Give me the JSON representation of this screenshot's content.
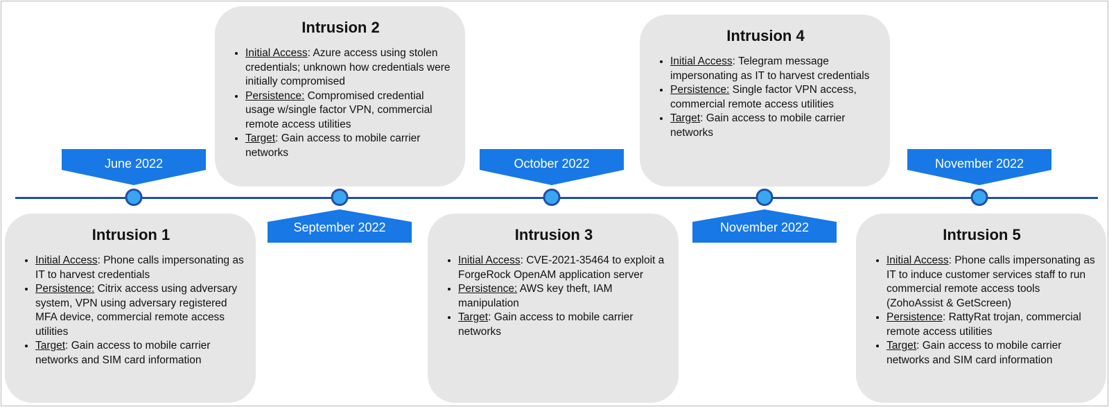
{
  "timeline": {
    "colors": {
      "line": "#1f4fa8",
      "node_fill": "#3aa6f2",
      "label_fill": "#1878e6",
      "card_fill": "#e6e6e6"
    },
    "dates": [
      {
        "label": "June 2022",
        "position": "above"
      },
      {
        "label": "September 2022",
        "position": "below"
      },
      {
        "label": "October 2022",
        "position": "above"
      },
      {
        "label": "November 2022",
        "position": "below"
      },
      {
        "label": "November 2022",
        "position": "above"
      }
    ],
    "intrusions": [
      {
        "title": "Intrusion 1",
        "initial_access_label": "Initial Access",
        "initial_access_text": ": Phone calls impersonating as IT to harvest credentials",
        "persistence_label": "Persistence:",
        "persistence_text": " Citrix access using adversary system, VPN using adversary registered MFA device, commercial remote access utilities",
        "target_label": "Target",
        "target_text": ": Gain access to mobile carrier networks and SIM card information"
      },
      {
        "title": "Intrusion 2",
        "initial_access_label": "Initial Access",
        "initial_access_text": ": Azure access using stolen credentials; unknown how credentials were initially compromised",
        "persistence_label": "Persistence:",
        "persistence_text": " Compromised credential usage w/single factor VPN, commercial remote access utilities",
        "target_label": "Target",
        "target_text": ": Gain access to mobile carrier networks"
      },
      {
        "title": "Intrusion 3",
        "initial_access_label": "Initial Access",
        "initial_access_text": ":  CVE-2021-35464 to exploit a ForgeRock OpenAM application server",
        "persistence_label": "Persistence:",
        "persistence_text": " AWS key theft, IAM manipulation",
        "target_label": "Target",
        "target_text": ": Gain access to mobile carrier networks"
      },
      {
        "title": "Intrusion 4",
        "initial_access_label": "Initial Access",
        "initial_access_text": ": Telegram message impersonating as IT to harvest credentials",
        "persistence_label": "Persistence:",
        "persistence_text": " Single factor VPN access, commercial remote access utilities",
        "target_label": "Target",
        "target_text": ": Gain access to mobile carrier networks"
      },
      {
        "title": "Intrusion 5",
        "initial_access_label": "Initial Access",
        "initial_access_text": ": Phone calls impersonating as IT to induce customer services staff to run commercial remote access tools (ZohoAssist & GetScreen)",
        "persistence_label": "Persistence",
        "persistence_text": ": RattyRat trojan, commercial remote access utilities",
        "target_label": "Target",
        "target_text": ": Gain access to mobile carrier networks and SIM card information"
      }
    ]
  }
}
